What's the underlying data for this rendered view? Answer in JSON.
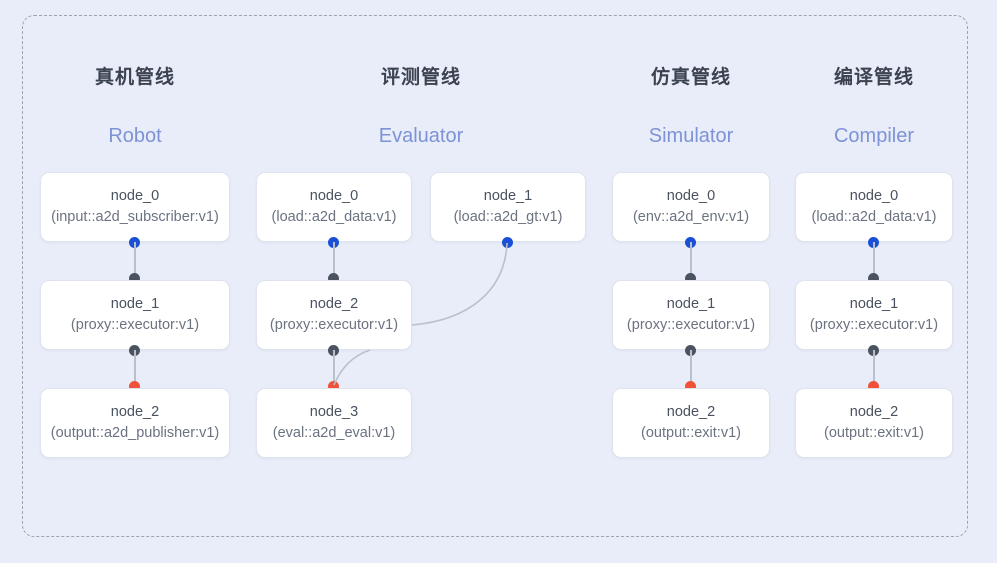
{
  "diagram": {
    "frame_style": "dashed",
    "background_color": "#e8edf9",
    "port_colors": {
      "input": "#1a4fd6",
      "internal": "#4b5260",
      "output": "#f05138"
    },
    "columns": [
      {
        "id": "robot",
        "title_cn": "真机管线",
        "title_en": "Robot",
        "nodes": [
          {
            "name": "node_0",
            "type": "(input::a2d_subscriber:v1)"
          },
          {
            "name": "node_1",
            "type": "(proxy::executor:v1)"
          },
          {
            "name": "node_2",
            "type": "(output::a2d_publisher:v1)"
          }
        ]
      },
      {
        "id": "evaluator",
        "title_cn": "评测管线",
        "title_en": "Evaluator",
        "nodes": [
          {
            "name": "node_0",
            "type": "(load::a2d_data:v1)"
          },
          {
            "name": "node_2",
            "type": "(proxy::executor:v1)"
          },
          {
            "name": "node_3",
            "type": "(eval::a2d_eval:v1)"
          }
        ],
        "side_nodes": [
          {
            "name": "node_1",
            "type": "(load::a2d_gt:v1)"
          }
        ]
      },
      {
        "id": "simulator",
        "title_cn": "仿真管线",
        "title_en": "Simulator",
        "nodes": [
          {
            "name": "node_0",
            "type": "(env::a2d_env:v1)"
          },
          {
            "name": "node_1",
            "type": "(proxy::executor:v1)"
          },
          {
            "name": "node_2",
            "type": "(output::exit:v1)"
          }
        ]
      },
      {
        "id": "compiler",
        "title_cn": "编译管线",
        "title_en": "Compiler",
        "nodes": [
          {
            "name": "node_0",
            "type": "(load::a2d_data:v1)"
          },
          {
            "name": "node_1",
            "type": "(proxy::executor:v1)"
          },
          {
            "name": "node_2",
            "type": "(output::exit:v1)"
          }
        ]
      }
    ]
  }
}
